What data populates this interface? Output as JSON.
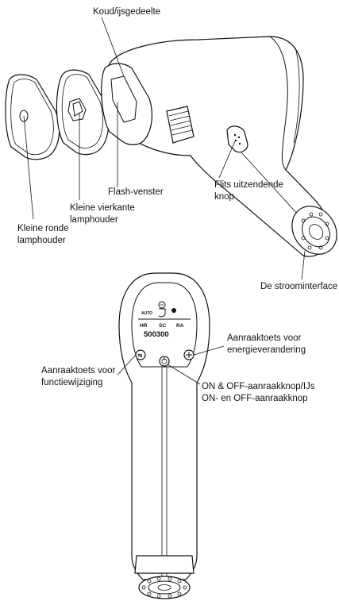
{
  "labels": {
    "cold_ice_part": "Koud/ijsgedeelte",
    "flash_window": "Flash-venster",
    "flash_button_1": "Flits uitzendende",
    "flash_button_2": "knop",
    "small_square_holder_1": "Kleine vierkante",
    "small_square_holder_2": "lamphouder",
    "small_round_holder_1": "Kleine ronde",
    "small_round_holder_2": "lamphouder",
    "power_interface": "De stroominterface",
    "function_touch_1": "Aanraaktoets voor",
    "function_touch_2": "functiewijziging",
    "energy_touch_1": "Aanraaktoets voor",
    "energy_touch_2": "energieverandering",
    "onoff_1": "ON & OFF-aanraakknop/IJs",
    "onoff_2": "ON- en OFF-aanraakknop"
  },
  "display": {
    "auto": "AUTO",
    "mode_hr": "HR",
    "mode_sc": "SC",
    "mode_ra": "RA",
    "counter": "500300"
  }
}
